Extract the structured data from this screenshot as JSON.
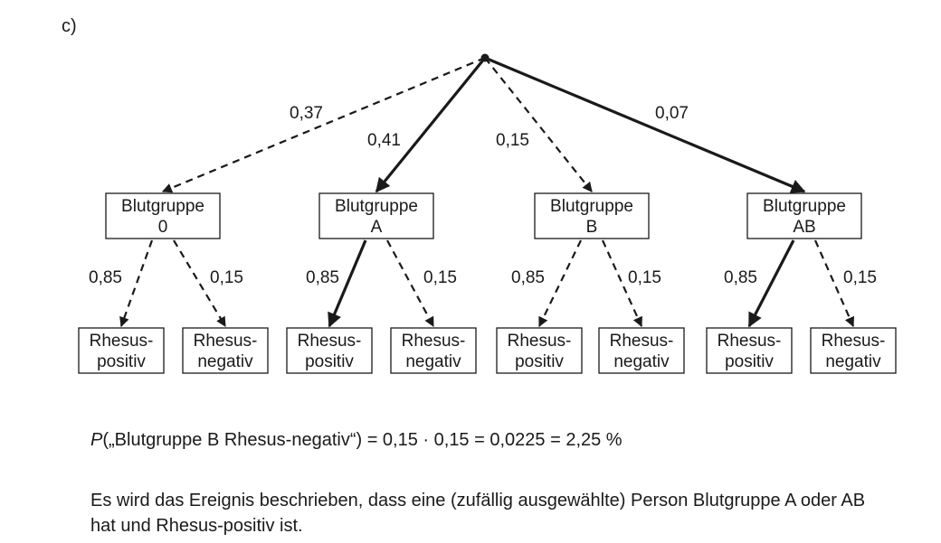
{
  "part_label": "c)",
  "level1": [
    {
      "line1": "Blutgruppe",
      "line2": "0",
      "prob": "0,37",
      "edge": "dashed"
    },
    {
      "line1": "Blutgruppe",
      "line2": "A",
      "prob": "0,41",
      "edge": "solid"
    },
    {
      "line1": "Blutgruppe",
      "line2": "B",
      "prob": "0,15",
      "edge": "dashed"
    },
    {
      "line1": "Blutgruppe",
      "line2": "AB",
      "prob": "0,07",
      "edge": "solid"
    }
  ],
  "level2": [
    {
      "line1": "Rhesus-",
      "line2": "positiv",
      "prob": "0,85",
      "edge": "dashed"
    },
    {
      "line1": "Rhesus-",
      "line2": "negativ",
      "prob": "0,15",
      "edge": "dashed"
    },
    {
      "line1": "Rhesus-",
      "line2": "positiv",
      "prob": "0,85",
      "edge": "solid"
    },
    {
      "line1": "Rhesus-",
      "line2": "negativ",
      "prob": "0,15",
      "edge": "dashed"
    },
    {
      "line1": "Rhesus-",
      "line2": "positiv",
      "prob": "0,85",
      "edge": "dashed"
    },
    {
      "line1": "Rhesus-",
      "line2": "negativ",
      "prob": "0,15",
      "edge": "dashed"
    },
    {
      "line1": "Rhesus-",
      "line2": "positiv",
      "prob": "0,85",
      "edge": "solid"
    },
    {
      "line1": "Rhesus-",
      "line2": "negativ",
      "prob": "0,15",
      "edge": "dashed"
    }
  ],
  "formula": {
    "p": "P",
    "rest": "(„Blutgruppe B Rhesus-negativ“) = 0,15 · 0,15 = 0,0225 = 2,25 %"
  },
  "description": "Es wird das Ereignis beschrieben, dass eine (zufällig ausgewählte) Person Blutgruppe A oder AB hat und Rhesus-positiv ist."
}
